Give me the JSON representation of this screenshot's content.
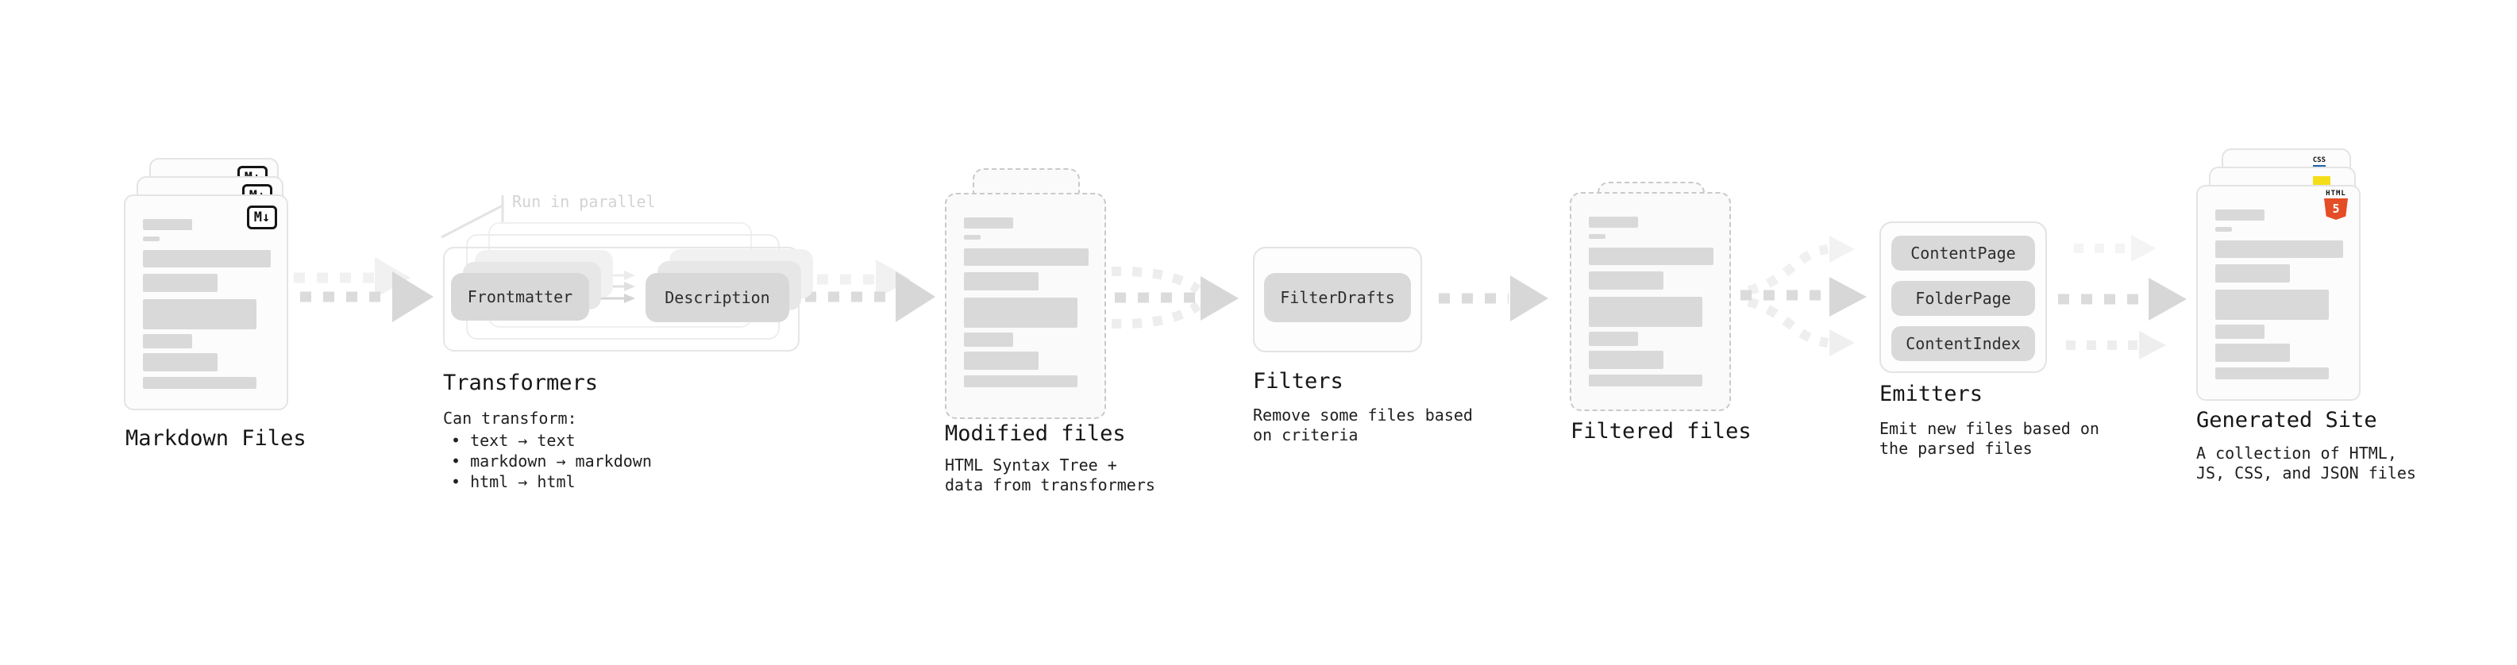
{
  "pipeline": {
    "markdown_files": {
      "label": "Markdown Files",
      "file_badge": "M↓"
    },
    "transformers": {
      "label": "Transformers",
      "note": "Run in parallel",
      "source_badge": "Frontmatter",
      "result_badge": "Description",
      "description_heading": "Can transform:",
      "bullets": [
        "• text → text",
        "• markdown → markdown",
        "• html → html"
      ]
    },
    "modified_files": {
      "label": "Modified files",
      "description": "HTML Syntax Tree +\ndata from transformers"
    },
    "filters": {
      "label": "Filters",
      "badge": "FilterDrafts",
      "description": "Remove some files based\non criteria"
    },
    "filtered_files": {
      "label": "Filtered files"
    },
    "emitters": {
      "label": "Emitters",
      "badges": [
        "ContentPage",
        "FolderPage",
        "ContentIndex"
      ],
      "description": "Emit new files based on\nthe parsed files"
    },
    "generated_site": {
      "label": "Generated Site",
      "description": "A collection of HTML,\nJS, CSS, and JSON files",
      "html5_badge_word": "HTML",
      "html5_badge_number": "5",
      "css_badge": "CSS"
    }
  },
  "colors": {
    "html5_orange": "#e44d26",
    "js_yellow": "#f5de19",
    "css_blue": "#2062af",
    "arrow_dark": "#d7d7d7",
    "arrow_light": "#f1f1f1",
    "placeholder_bar": "#d9d9d9",
    "badge_gray": "#d9d9d9"
  }
}
